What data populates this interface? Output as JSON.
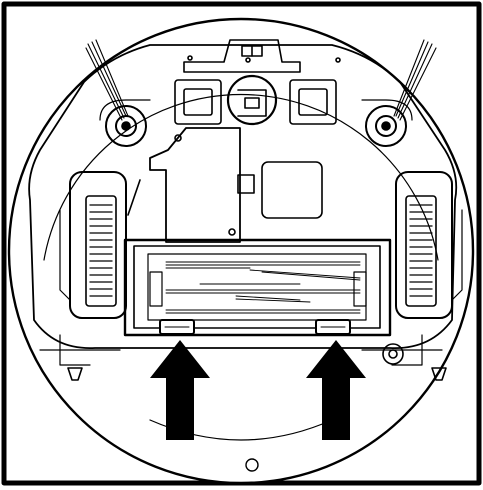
{
  "diagram": {
    "subject": "robot-vacuum-underside",
    "colors": {
      "line": "#000000",
      "fill": "#ffffff",
      "arrow": "#000000"
    },
    "parts": {
      "side_brushes": [
        "left",
        "right"
      ],
      "wheels": [
        "left",
        "right"
      ],
      "main_brush": "roller-brush",
      "brush_cover_tabs": 2,
      "arrows": [
        "up",
        "up"
      ],
      "icons": [
        "release-tab-icon",
        "up-arrow-icon",
        "side-brush-icon",
        "drive-wheel-icon",
        "caster-wheel-icon"
      ]
    }
  }
}
